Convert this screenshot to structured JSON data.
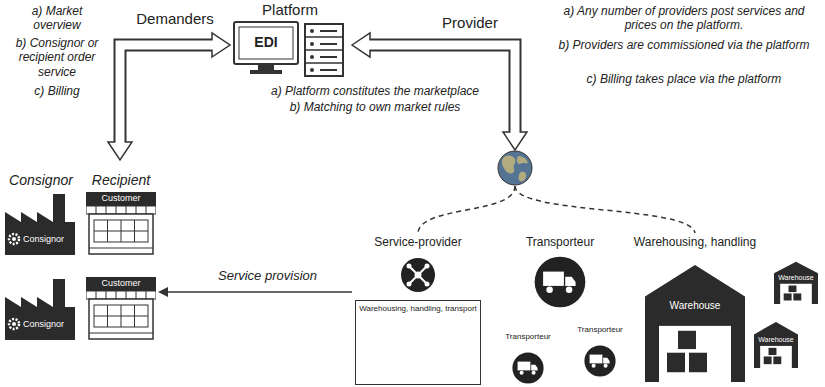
{
  "diagram": {
    "nodes": [
      {
        "text": [
          "Platform",
          "EDI"
        ]
      },
      {
        "text": [
          "Consignor",
          "Consignor"
        ]
      },
      {
        "text": [
          "Recipient",
          "Customer"
        ]
      },
      {
        "text": [
          "Consignor"
        ]
      },
      {
        "text": [
          "Customer"
        ]
      },
      {
        "text": [
          "Service-provider"
        ]
      },
      {
        "text": [
          "Warehousing, handling, transport"
        ],
        "in": 5
      },
      {
        "text": [
          "Warehouse"
        ],
        "in": 6
      },
      {
        "text": [
          "Transporteur"
        ]
      },
      {
        "text": [
          "Transporteur"
        ]
      },
      {
        "text": [
          "Transporteur"
        ]
      },
      {
        "text": [
          "Warehousing, handling",
          "Warehouse"
        ]
      },
      {
        "text": [
          "Warehouse"
        ]
      },
      {
        "text": [
          "Warehouse"
        ]
      }
    ],
    "edges": [
      {
        "from": 0,
        "to": 1,
        "arrow": "both",
        "label": "Demanders"
      },
      {
        "from": 5,
        "to": 4,
        "arrow": "to",
        "label": "Service provision"
      }
    ],
    "labels": [
      "a) Market overview",
      "b) Consignor or recipient order service",
      "c) Billing",
      "a) Platform constitutes the marketplace",
      "b) Matching to own market rules",
      "Provider",
      "a) Any number of providers post services and prices on the platform.",
      "b) Providers are commissioned via the platform",
      "c) Billing takes place via the platform"
    ]
  }
}
